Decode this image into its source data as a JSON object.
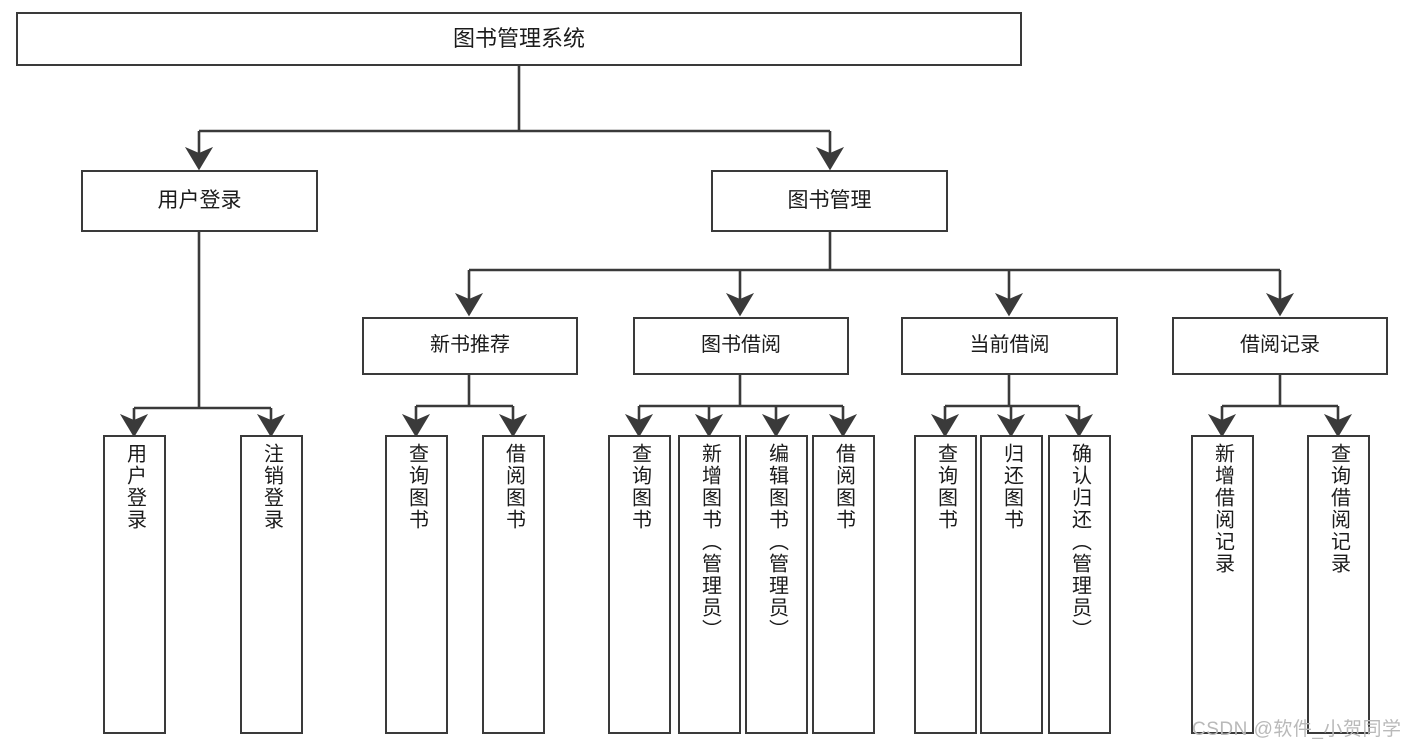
{
  "diagram": {
    "title": "图书管理系统",
    "type": "tree-hierarchy-chart",
    "orientation": "top-down",
    "line_color": "#3a3a3a",
    "box_fill": "#ffffff",
    "text_color": "#1b1b1b"
  },
  "nodes": {
    "root": {
      "label": "图书管理系统"
    },
    "level2": [
      {
        "label": "用户登录"
      },
      {
        "label": "图书管理"
      }
    ],
    "level3": [
      {
        "label": "新书推荐"
      },
      {
        "label": "图书借阅"
      },
      {
        "label": "当前借阅"
      },
      {
        "label": "借阅记录"
      }
    ],
    "leaves": {
      "user_login": [
        {
          "label": "用户登录"
        },
        {
          "label": "注销登录"
        }
      ],
      "new_book_recommend": [
        {
          "label": "查询图书"
        },
        {
          "label": "借阅图书"
        }
      ],
      "book_borrow": [
        {
          "label": "查询图书"
        },
        {
          "label": "新增图书（管理员）"
        },
        {
          "label": "编辑图书（管理员）"
        },
        {
          "label": "借阅图书"
        }
      ],
      "current_borrow": [
        {
          "label": "查询图书"
        },
        {
          "label": "归还图书"
        },
        {
          "label": "确认归还（管理员）"
        }
      ],
      "borrow_record": [
        {
          "label": "新增借阅记录"
        },
        {
          "label": "查询借阅记录"
        }
      ]
    }
  },
  "watermark": {
    "text": "CSDN @软件_小贺同学"
  }
}
